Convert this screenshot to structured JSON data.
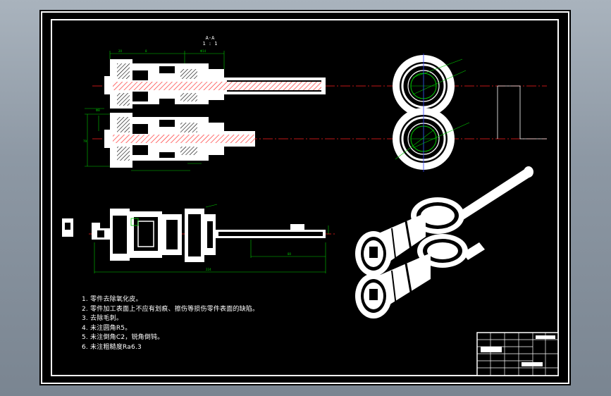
{
  "section_view": {
    "label": "A-A",
    "scale": "1 : 1"
  },
  "technical_requirements": [
    "1. 零件去除氧化皮。",
    "2. 零件加工表面上不应有划痕、擦伤等损伤零件表面的缺陷。",
    "3. 去除毛刺。",
    "4. 未注圆角R5。",
    "5. 未注倒角C2，锐角倒钝。",
    "6. 未注粗糙度Ra6.3"
  ],
  "colors": {
    "frame": "#ffffff",
    "background": "#000000",
    "centerline": "#ff2020",
    "dimension": "#00cc00",
    "hatch": "#ff3333",
    "accent": "#3344ff"
  }
}
